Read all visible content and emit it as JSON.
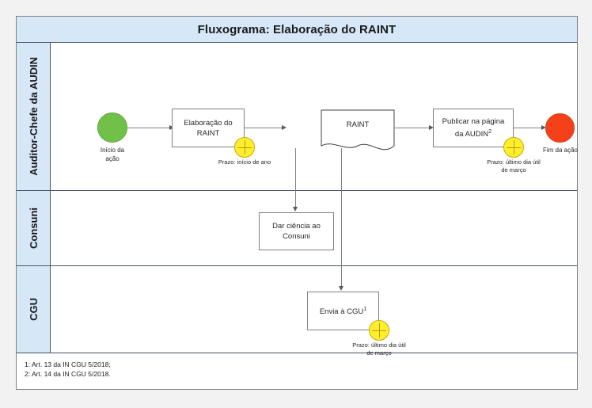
{
  "diagram": {
    "title": "Fluxograma: Elaboração do RAINT",
    "type": "bpmn-swimlane-flowchart"
  },
  "lanes": [
    {
      "id": "audin",
      "label": "Auditor-Chefe da AUDIN"
    },
    {
      "id": "consuni",
      "label": "Consuni"
    },
    {
      "id": "cgu",
      "label": "CGU"
    }
  ],
  "nodes": {
    "start_event": {
      "caption_line1": "Início da",
      "caption_line2": "ação"
    },
    "task_elaboracao": {
      "line1": "Elaboração do",
      "line2": "RAINT",
      "timer_caption": "Prazo: início de ano"
    },
    "document_raint": {
      "label": "RAINT"
    },
    "task_publicar": {
      "line1": "Publicar na página",
      "line2": "da AUDIN",
      "superscript": "2",
      "timer_caption_line1": "Prazo: último dia útil",
      "timer_caption_line2": "de março"
    },
    "end_event": {
      "caption": "Fim da ação"
    },
    "task_consuni": {
      "line1": "Dar ciência ao",
      "line2": "Consuni"
    },
    "task_cgu": {
      "line1": "Envia à CGU",
      "superscript": "1",
      "timer_caption_line1": "Prazo: último dia útil",
      "timer_caption_line2": "de março"
    }
  },
  "footnotes": [
    "1: Art. 13 da IN CGU 5/2018;",
    "2: Art. 14 da IN CGU 5/2018."
  ],
  "colors": {
    "lane_header": "#d6e7f7",
    "title_band": "#d6e7f7",
    "start_event": "#70c04a",
    "end_event": "#f44119",
    "timer": "#ffef2e",
    "connector": "#808080",
    "frame_border": "#7f7f7f"
  }
}
